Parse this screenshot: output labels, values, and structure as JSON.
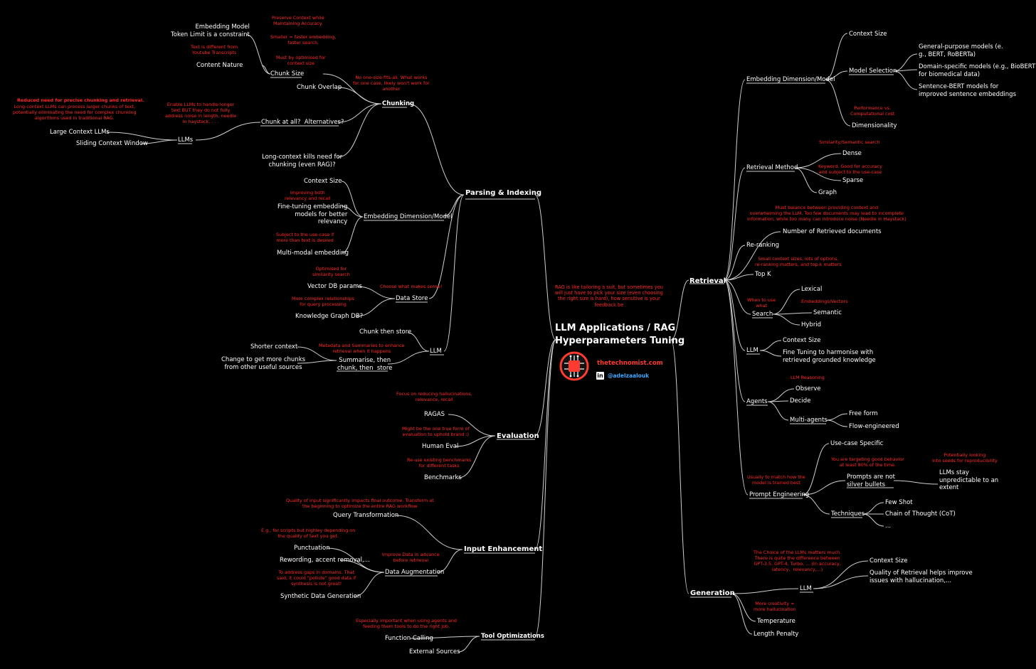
{
  "center": {
    "note": "RAG is like tailoring a suit, but sometimes you\nwill just have to pick your size (even choosing\nthe right size is hard), how sensitive is your\nfeedback be",
    "title": "LLM Applications / RAG\nHyperparameters Tuning",
    "website": "thetechnomist.com",
    "linkedin_icon_text": "in",
    "linkedin": "@adelzaalouk"
  },
  "colors": {
    "background": "#000000",
    "text": "#ffffff",
    "annotation": "#ff2a2a",
    "website": "#ff3b2f",
    "handle": "#3ea8ff",
    "lines": "#cccccc"
  },
  "icons": {
    "logo": "circuit-chip-logo-icon",
    "linkedin": "linkedin-icon"
  },
  "parsing": {
    "label": "Parsing & Indexing",
    "chunking": {
      "label": "Chunking",
      "note": "No one-size-fits-all. What works\nfor one case, likely won't work for\nanother",
      "chunk_size": {
        "label": "Chunk Size",
        "note_context": "Preserve Context while\nMaintaining Accuracy.",
        "note_smaller": "Smaller = faster embedding,\nfaster search.",
        "note_optimised": "Must by optimised for\ncontext size",
        "embedding_model": "Embedding Model\nToken Limit is a constraint",
        "note_text": "Text is different from\nYoutube Transcripts",
        "content_nature": "Content Nature"
      },
      "chunk_overlap": "Chunk Overlap",
      "chunk_at_all": {
        "label": "Chunk at all?  Alternatives?",
        "note": "Enable LLMs to handle longer\ntext BUT they do not fully\naddress noise in length, needle\nin haystack, . . .",
        "llms": {
          "label": "LLMs",
          "note_bold": "Reduced need for precise chunking and retrieval.",
          "note": "Long-context LLMs can process larger chunks of text,\npotentially eliminating the need for complex chunking\nalgorithms used in traditional RAG.",
          "large_context": "Large Context LLMs",
          "sliding": "Sliding Context Window"
        }
      },
      "long_context": "Long-context kills need for\nchunking (even RAG)?"
    },
    "embedding": {
      "label": "Embedding Dimension/Model",
      "context_size": "Context Size",
      "note_improve": "Improving both\nrelevancy and recall",
      "fine_tuning": "Fine-tuning embedding\nmodels for better\nrelevancy",
      "note_subject": "Subject to the use-case if\nmore than text is desired",
      "multimodal": "Multi-modal embedding"
    },
    "data_store": {
      "label": "Data Store",
      "note": "Choose what makes sense!",
      "note_optimised": "Optimised for\nsimilarity search",
      "vector_db": "Vector DB params",
      "note_complex": "More complex relationships\nfor query processing",
      "knowledge_graph": "Knowledge Graph DB?"
    },
    "llm": {
      "label": "LLM",
      "chunk_then_store": "Chunk then store",
      "note": "Metadata and Summaries to enhance\nretrieval when it happens",
      "summarise": "Summarise, then\nchunk, then  store",
      "shorter": "Shorter context",
      "change": "Change to get more chunks\nfrom other useful sources"
    }
  },
  "evaluation": {
    "label": "Evaluation",
    "note_focus": "Focus on reducing hallucinations,\nrelevance, recall",
    "ragas": "RAGAS",
    "note_human": "Might be the one true form of\nevaluation to uphold brand :)",
    "human_eval": "Human Eval",
    "note_bench": "Re-use existing benchmarks\nfor different tasks",
    "benchmarks": "Benchmarks"
  },
  "input": {
    "label": "Input Enhancement",
    "note_quality": "Quality of input significantly impacts final outcome. Transform at\nthe beginning to optimize the entire RAG workflow",
    "query_transformation": "Query Transformation",
    "data_augmentation": {
      "label": "Data Augmentation",
      "note": "Improve Data in advance\nbefore retrieval",
      "note_scripts": "E.g., for scripts but highley depending on\nthe quality of text you get.",
      "punctuation": "Punctuation",
      "rewording": "Rewording, accent removal,...",
      "note_gaps": "To address gaps in domains. That\nsaid, it could \"pollute\" good data if\nsynthesis is not great!",
      "synthetic": "Synthetic Data Generation"
    }
  },
  "tools": {
    "label": "Tool Optimizations",
    "note": "Especially important when using agents and\nfeeding them tools to do the right job.",
    "function_calling": "Function Calling",
    "external_sources": "External Sources"
  },
  "retrieval": {
    "label": "Retrieval",
    "embedding": {
      "label": "Embedding Dimension/Model",
      "context_size": "Context Size",
      "model_selection": "Model Selection",
      "general": "General-purpose models (e.\ng., BERT, RoBERTa)",
      "domain": "Domain-specific models (e.g., BioBERT\nfor biomedical data)",
      "sentence": "Sentence-BERT models for\nimproved sentence embeddings",
      "note_perf": "Performance vs.\nComputational cost",
      "dimensionality": "Dimensionality"
    },
    "method": {
      "label": "Retrieval Method",
      "note_sim": "Similarity/Semantic search",
      "dense": "Dense",
      "note_kw": "Keyword. Good for accuracy\nand subject to the use-case",
      "sparse": "Sparse",
      "graph": "Graph"
    },
    "note_balance": "Must balance between providing context and\noverwhelming the LLM. Too few documents may lead to incomplete\ninformation, while too many can introduce noise (Needle in Haystack)",
    "num_docs": "Number of Retrieved documents",
    "reranking": "Re-ranking",
    "note_topk": "Small context sizes, lots of options,\nre-ranking matters, and top-k matters",
    "topk": "Top K",
    "search": {
      "label": "Search",
      "note": "When to use\nwhat",
      "lexical": "Lexical",
      "note_emb": "Embeddings/Vectors",
      "semantic": "Semantic",
      "hybrid": "Hybrid"
    },
    "llm": {
      "label": "LLM",
      "context_size": "Context Size",
      "fine_tuning": "Fine Tuning to harmonise with\nretrieved grounded knowledge"
    },
    "agents": {
      "label": "Agents",
      "note": "LLM Reasoning",
      "observe": "Observe",
      "decide": "Decide",
      "multi": "Multi-agents",
      "free_form": "Free form",
      "flow": "Flow-engineered"
    },
    "prompt": {
      "label": "Prompt Engineering",
      "note": "Usually to match how the\nmodel is trained best",
      "use_case": "Use-case Specific",
      "note_target": "You are targeting good behavior\nat least 80% of the time.",
      "silver": "Prompts are not\nsilver bullets",
      "note_seeds": "Potentially looking\nInto seeds for reproducibility",
      "llms_stay": "LLMs stay\nunpredictable to an\nextent",
      "techniques": "Techniques",
      "few_shot": "Few Shot",
      "cot": "Chain of Thought (CoT)",
      "ellipsis": "..."
    }
  },
  "generation": {
    "label": "Generation",
    "llm": {
      "label": "LLM",
      "note": "The Choice of the LLMs matters much.\nThere is quite the difference between\nGPT-3.5, GPT-4, Turbo, ... (In accuracy,\nlatency,  relevancy,...)",
      "context_size": "Context Size",
      "quality": "Quality of Retrieval helps improve\nissues with hallucination,..."
    },
    "note_creativity": "More creativity =\nmore hallucination",
    "temperature": "Temperature",
    "length_penalty": "Length Penalty"
  }
}
